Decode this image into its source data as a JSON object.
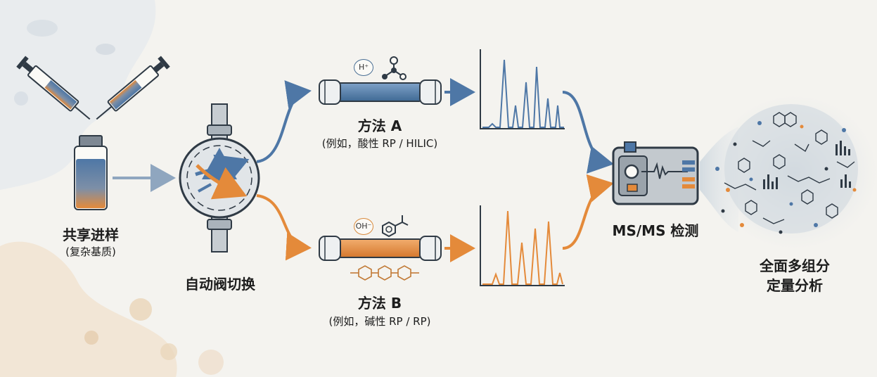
{
  "steps": {
    "injection": {
      "title": "共享进样",
      "subtitle": "(复杂基质)"
    },
    "valve": {
      "title": "自动阀切换"
    },
    "method_a": {
      "title": "方法 A",
      "subtitle": "(例如，酸性 RP / HILIC)",
      "ion": "H⁺"
    },
    "method_b": {
      "title": "方法 B",
      "subtitle": "(例如，碱性 RP / RP)",
      "ion": "OH⁻"
    },
    "detector": {
      "title": "MS/MS 检测"
    },
    "result": {
      "line1": "全面多组分",
      "line2": "定量分析"
    }
  },
  "colors": {
    "blue": "#4e77a6",
    "orange": "#e48a3a",
    "grey": "#8a8f95",
    "dark": "#2f3a45",
    "background": "#f4f3ef"
  },
  "icons": [
    "syringe-icon",
    "vial-icon",
    "valve-icon",
    "column-icon",
    "chromatogram-icon",
    "mass-spectrometer-icon",
    "molecule-cloud-icon"
  ]
}
